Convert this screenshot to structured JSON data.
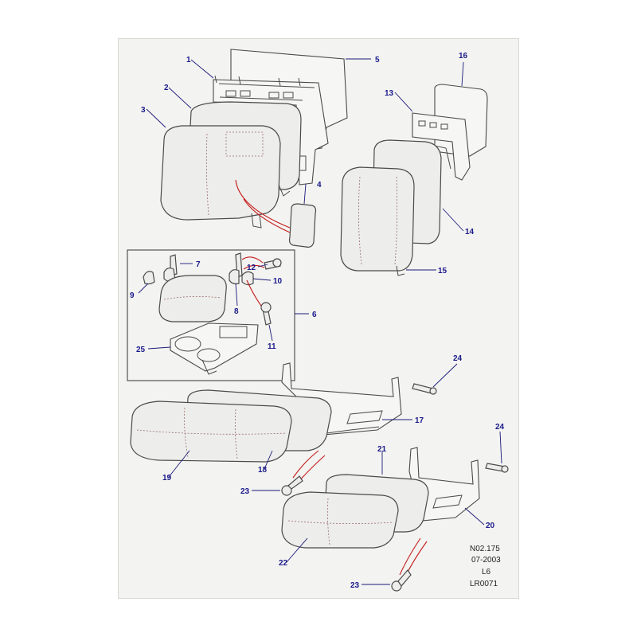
{
  "callouts": {
    "c1": "1",
    "c2": "2",
    "c3": "3",
    "c4": "4",
    "c5": "5",
    "c6": "6",
    "c7": "7",
    "c8": "8",
    "c9": "9",
    "c10": "10",
    "c11": "11",
    "c12": "12",
    "c13": "13",
    "c14": "14",
    "c15": "15",
    "c16": "16",
    "c17": "17",
    "c18": "18",
    "c19": "19",
    "c20": "20",
    "c21": "21",
    "c22": "22",
    "c23a": "23",
    "c23b": "23",
    "c24a": "24",
    "c24b": "24",
    "c25": "25"
  },
  "reference_block": {
    "line1": "N02.175",
    "line2": "07-2003",
    "line3": "L6",
    "line4": "LR0071"
  },
  "colors": {
    "callout_text": "#1a1a8c",
    "bolt_path": "#c41a1a",
    "background": "#f3f3f1"
  }
}
